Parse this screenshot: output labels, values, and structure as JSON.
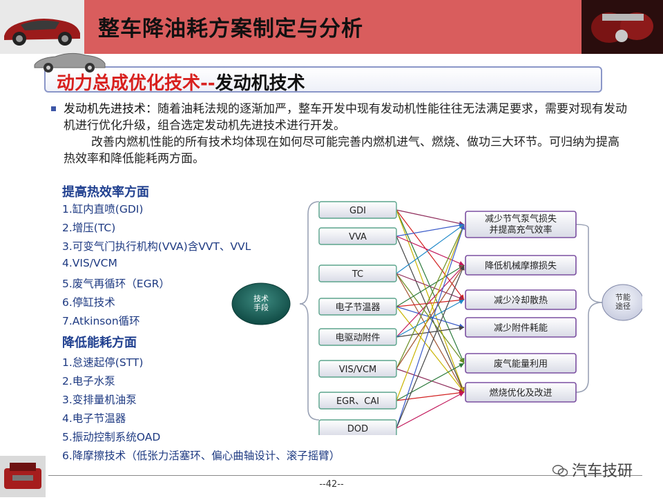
{
  "header": {
    "title": "整车降油耗方案制定与分析"
  },
  "subtitle": {
    "red_part": "动力总成优化技术--",
    "black_part": "发动机技术"
  },
  "intro": {
    "lead": "发动机先进技术：",
    "text1": "随着油耗法规的逐渐加严，整车开发中现有发动机性能往往无法满足要求，需要对现有发动机进行优化升级，组合选定发动机先进技术进行开发。",
    "text2": "改善内燃机性能的所有技术均体现在如何尽可能完善内燃机进气、燃烧、做功三大环节。可归纳为提高热效率和降低能耗两方面。"
  },
  "list_thermal": {
    "heading": "提高热效率方面",
    "items": [
      "1.缸内直喷(GDI)",
      "2.增压(TC)",
      "3.可变气门执行机构(VVA)含VVT、VVL",
      "4.VIS/VCM",
      "5.废气再循环（EGR）",
      "6.停缸技术",
      "7.Atkinson循环"
    ]
  },
  "list_energy": {
    "heading": "降低能耗方面",
    "items": [
      "1.怠速起停(STT)",
      "2.电子水泵",
      "3.变排量机油泵",
      "4.电子节温器",
      "5.振动控制系统OAD",
      "6.降摩擦技术（低张力活塞环、偏心曲轴设计、滚子摇臂）"
    ]
  },
  "diagram": {
    "source_label": [
      "技术",
      "手段"
    ],
    "techs": [
      "GDI",
      "VVA",
      "TC",
      "电子节温器",
      "电驱动附件",
      "VIS/VCM",
      "EGR、CAI",
      "DOD"
    ],
    "goals": [
      "减少节气泵气损失并提高充气效率",
      "降低机械摩擦损失",
      "减少冷却散热",
      "减少附件耗能",
      "废气能量利用",
      "燃烧优化及改进"
    ],
    "goal_lines": [
      [
        "减少节气泵气损失",
        "并提高充气效率"
      ],
      [
        "降低机械摩擦损失"
      ],
      [
        "减少冷却散热"
      ],
      [
        "减少附件耗能"
      ],
      [
        "废气能量利用"
      ],
      [
        "燃烧优化及改进"
      ]
    ],
    "target_label": [
      "节能",
      "途径"
    ]
  },
  "footer": {
    "page": "--42--",
    "watermark": "汽车技研"
  }
}
